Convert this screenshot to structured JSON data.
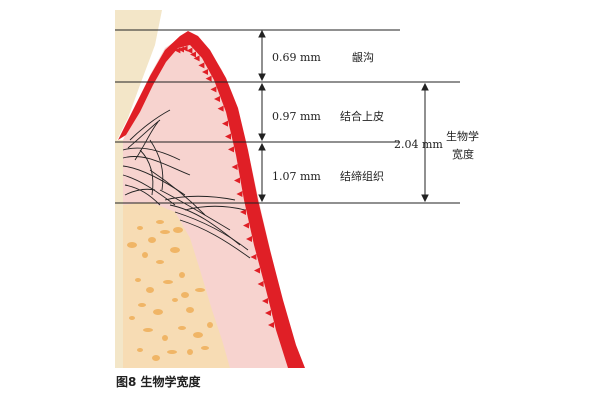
{
  "colors": {
    "enamel": "#f3e6c8",
    "bone": "#f7dcb4",
    "bone_dots": "#f0b566",
    "tissue": "#f7d3cf",
    "epithelium": "#e01f26",
    "fibers": "#222222",
    "lines": "#222222"
  },
  "measurements": [
    {
      "value": "0.69 mm",
      "label": "龈沟"
    },
    {
      "value": "0.97 mm",
      "label": "结合上皮"
    },
    {
      "value": "1.07 mm",
      "label": "结缔组织"
    }
  ],
  "total": {
    "value": "2.04 mm",
    "label_line1": "生物学",
    "label_line2": "宽度"
  },
  "caption": "图8  生物学宽度"
}
